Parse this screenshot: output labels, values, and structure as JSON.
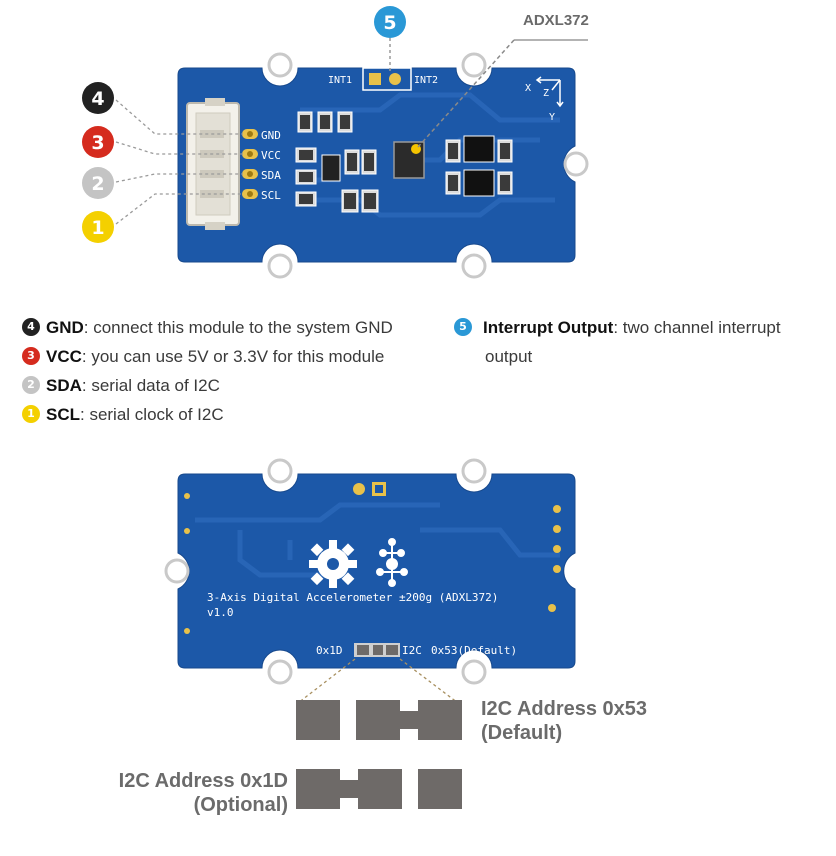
{
  "top_board": {
    "pins": [
      "GND",
      "VCC",
      "SDA",
      "SCL"
    ],
    "int_labels": [
      "INT1",
      "INT2"
    ],
    "axis_labels": [
      "X",
      "Z",
      "Y"
    ],
    "chip_label": "ADXL372",
    "callouts": [
      {
        "number": "4",
        "color": "#222222"
      },
      {
        "number": "3",
        "color": "#d52b1e"
      },
      {
        "number": "2",
        "color": "#c4c4c4"
      },
      {
        "number": "1",
        "color": "#f4d000"
      },
      {
        "number": "5",
        "color": "#2a98d6"
      }
    ]
  },
  "legend": {
    "items": [
      {
        "number": "4",
        "color": "#222222",
        "term": "GND",
        "desc": ": connect this module to the system GND"
      },
      {
        "number": "3",
        "color": "#d52b1e",
        "term": "VCC",
        "desc": ": you can use 5V or 3.3V for this module"
      },
      {
        "number": "2",
        "color": "#c4c4c4",
        "term": "SDA",
        "desc": ": serial data of I2C"
      },
      {
        "number": "1",
        "color": "#f4d000",
        "term": "SCL",
        "desc": ": serial clock of I2C"
      }
    ],
    "interrupt": {
      "number": "5",
      "color": "#2a98d6",
      "term": "Interrupt Output",
      "desc_line1": ": two channel interrupt",
      "desc_line2": "output"
    }
  },
  "bottom_board": {
    "title": "3-Axis Digital Accelerometer ±200g (ADXL372)",
    "version": "v1.0",
    "addr_left": "0x1D",
    "addr_mid": "I2C",
    "addr_right": "0x53(Default)"
  },
  "address_diagram": {
    "default": {
      "line1": "I2C Address 0x53",
      "line2": "(Default)"
    },
    "optional": {
      "line1": "I2C Address 0x1D",
      "line2": "(Optional)"
    }
  },
  "colors": {
    "pcb_blue": "#1c58a8",
    "pad_gray": "#6e6a68"
  }
}
